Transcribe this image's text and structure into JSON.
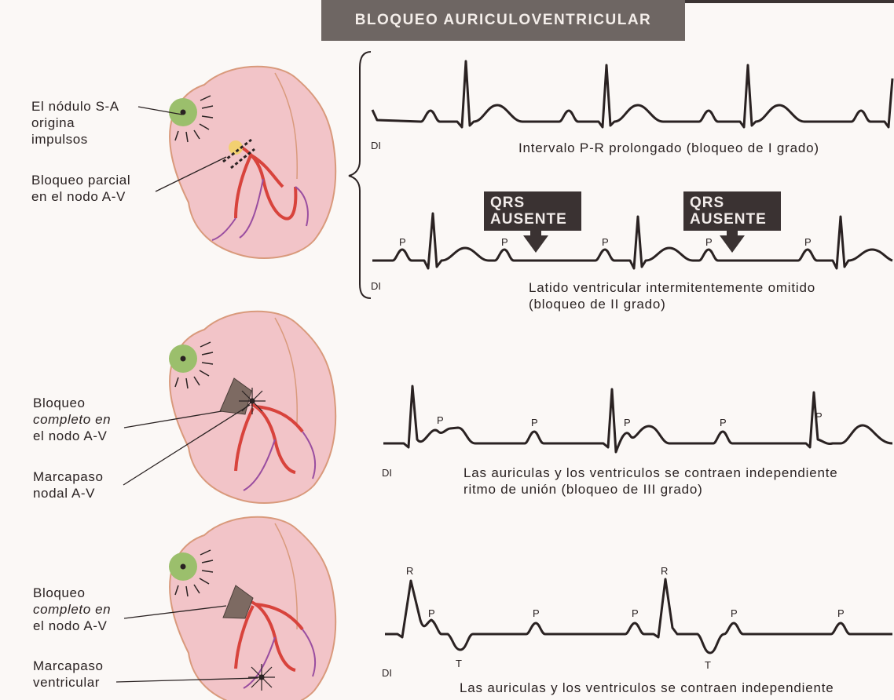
{
  "title": "BLOQUEO AURICULOVENTRICULAR",
  "colors": {
    "heart_fill": "#f2c4c8",
    "heart_stroke": "#d99a7c",
    "sa_node": "#9bbf6c",
    "av_path": "#d8433c",
    "vessels": "#9a4ea0",
    "title_bg": "#6e6663",
    "callout_bg": "#3a3232"
  },
  "hearts": [
    {
      "labels": [
        {
          "lines": [
            "El nódulo S-A",
            "origina",
            "impulsos"
          ]
        },
        {
          "lines": [
            "Bloqueo parcial",
            "en el nodo A-V"
          ]
        }
      ]
    },
    {
      "labels": [
        {
          "lines": [
            "Bloqueo",
            "completo en",
            "el nodo A-V"
          ],
          "italic_line": "completo"
        },
        {
          "lines": [
            "Marcapaso",
            "nodal A-V"
          ]
        }
      ]
    },
    {
      "labels": [
        {
          "lines": [
            "Bloqueo",
            "completo en",
            "el nodo A-V"
          ],
          "italic_line": "completo"
        },
        {
          "lines": [
            "Marcapaso",
            "ventricular"
          ]
        }
      ]
    }
  ],
  "ecg_strips": [
    {
      "lead": "DI",
      "caption": [
        "Intervalo P-R prolongado (bloqueo de I grado)"
      ]
    },
    {
      "lead": "DI",
      "caption": [
        "Latido ventricular intermitentemente omitido",
        "(bloqueo de II grado)"
      ],
      "callouts": [
        [
          "QRS",
          "AUSENTE"
        ],
        [
          "QRS",
          "AUSENTE"
        ]
      ],
      "wave_labels": [
        "P",
        "P",
        "P",
        "P",
        "P"
      ]
    },
    {
      "lead": "DI",
      "caption": [
        "Las auriculas y los ventriculos se contraen independiente",
        "ritmo de unión (bloqueo de III grado)"
      ],
      "wave_labels": [
        "P",
        "P",
        "P",
        "P",
        "P"
      ]
    },
    {
      "lead": "DI",
      "caption": [
        "Las auriculas y los ventriculos se contraen independiente"
      ],
      "wave_labels": [
        "R",
        "P",
        "T",
        "P",
        "P",
        "R",
        "P",
        "T",
        "P"
      ]
    }
  ]
}
